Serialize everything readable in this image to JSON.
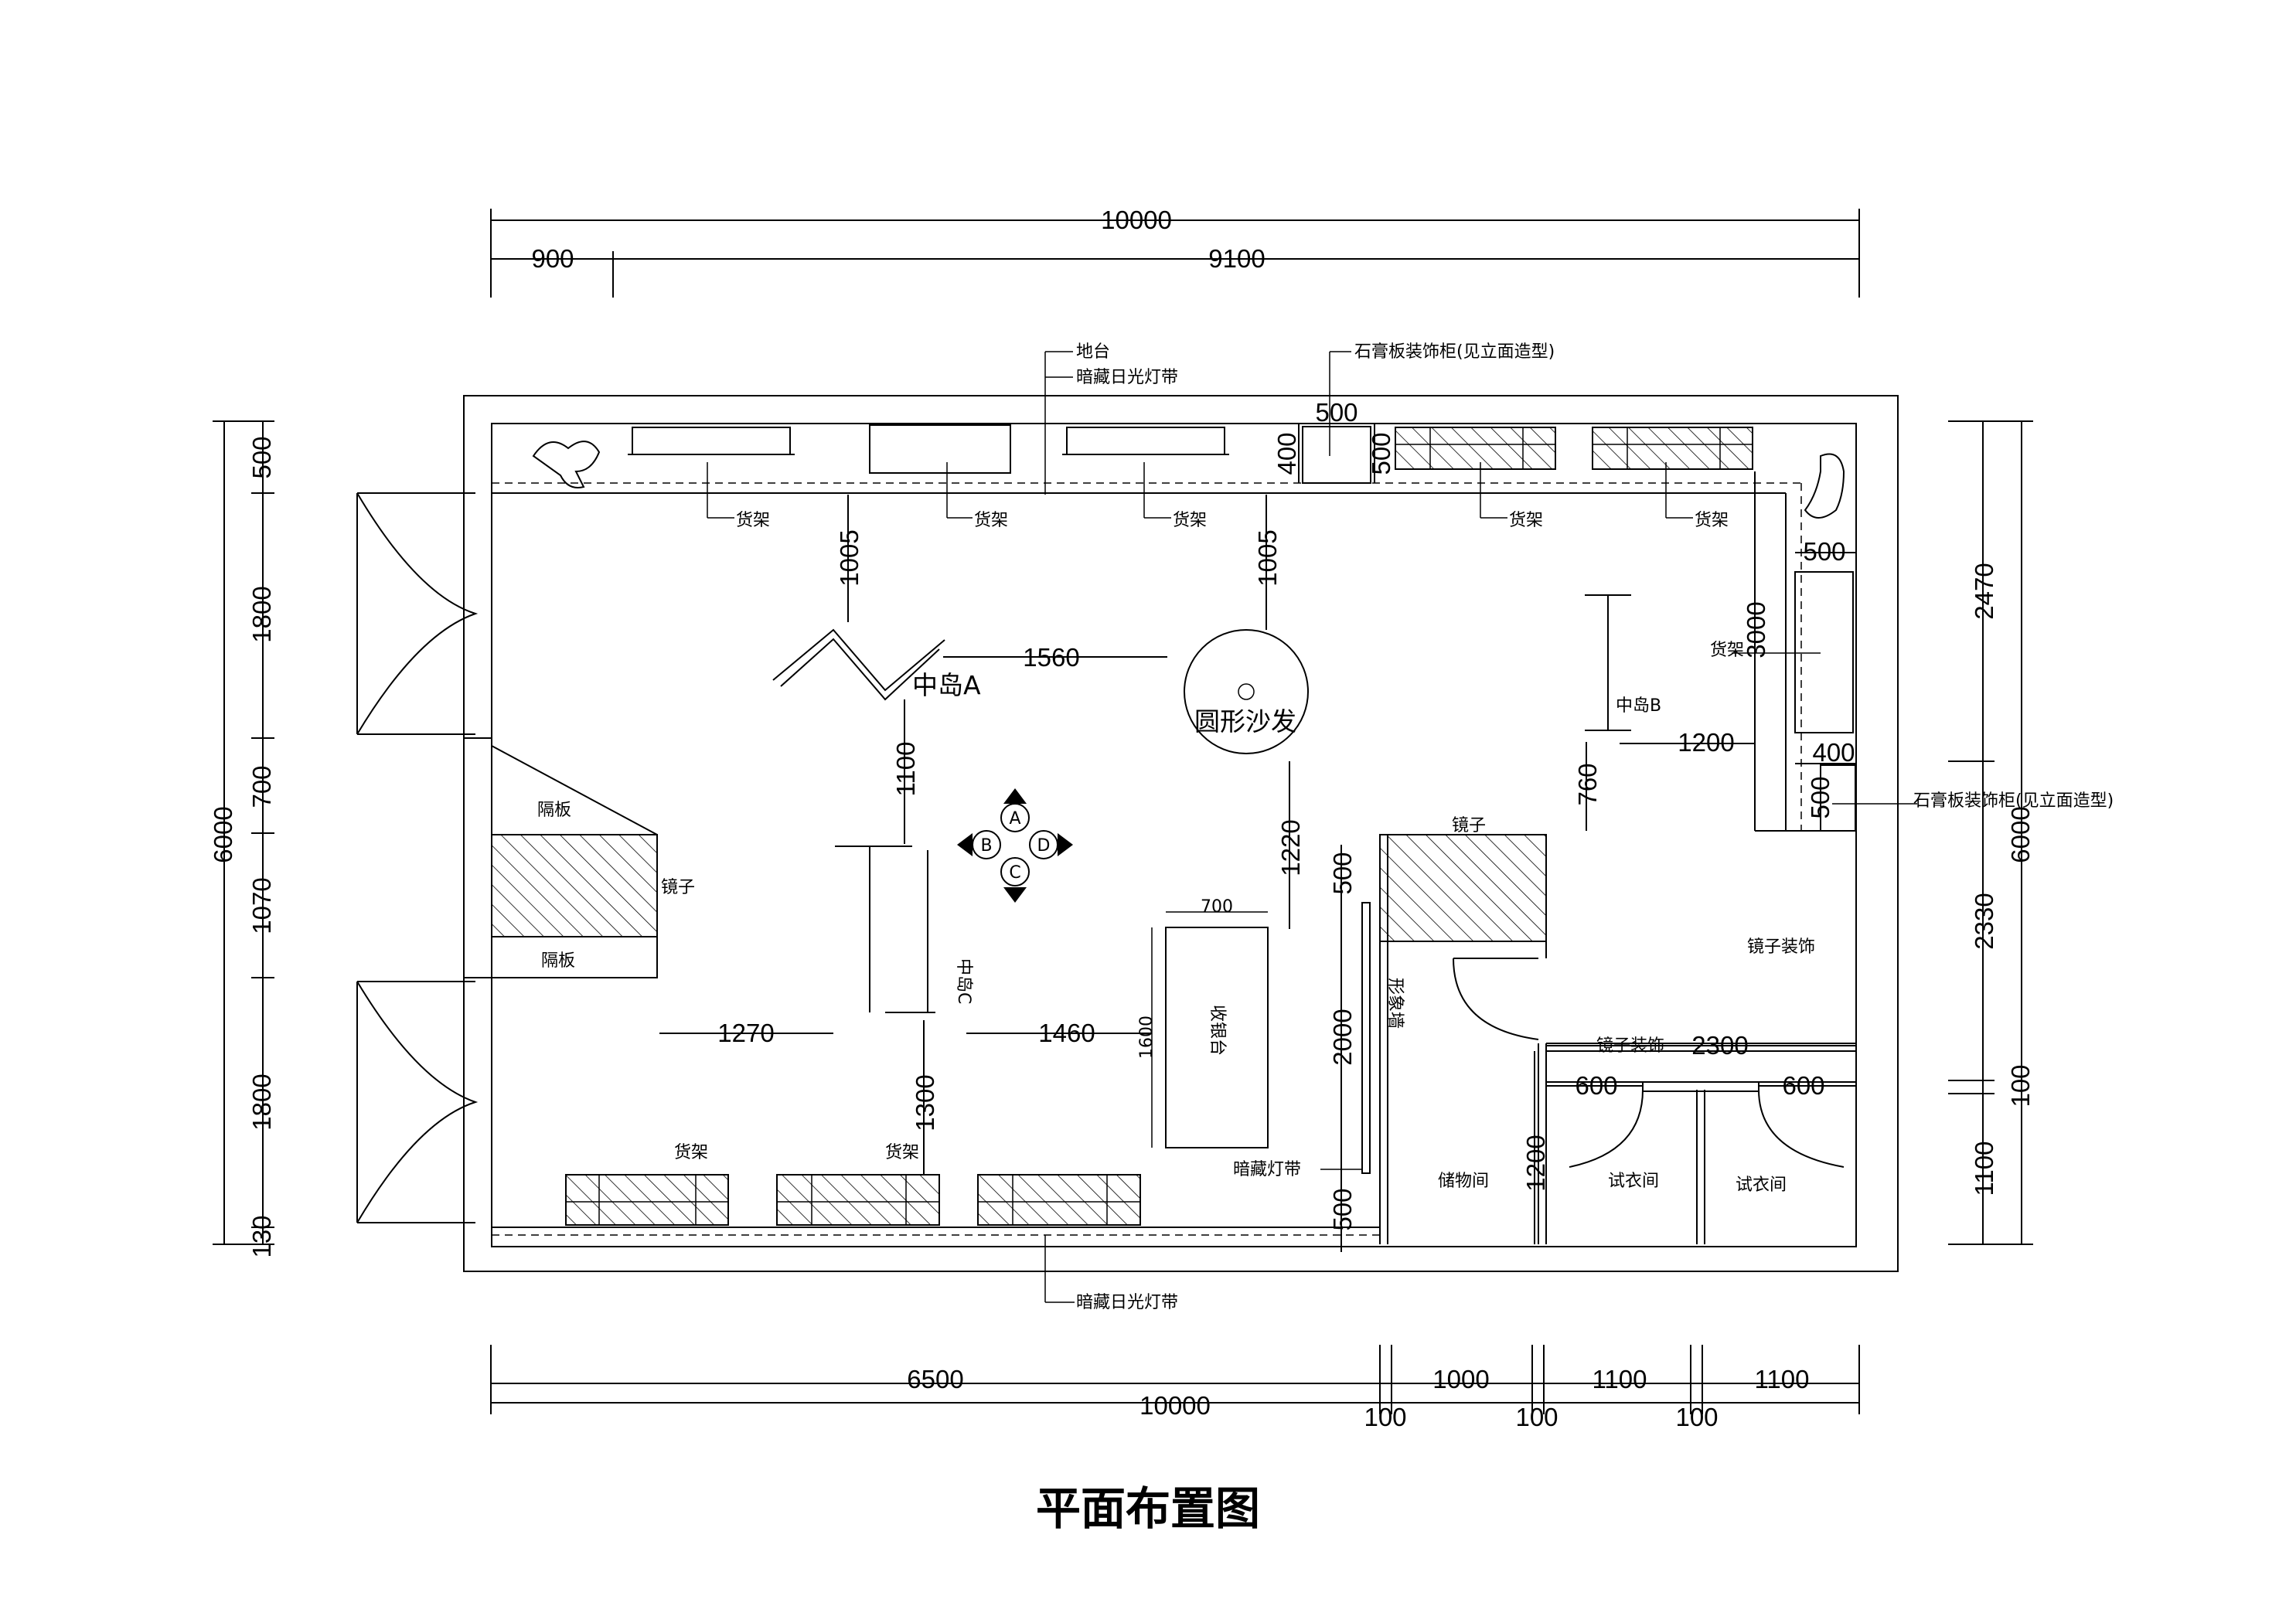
{
  "title": "平面布置图",
  "dims": {
    "top_total": "10000",
    "top_left": "900",
    "top_right": "9100",
    "bottom_total": "10000",
    "bottom_a": "6500",
    "bottom_b": "1000",
    "bottom_c": "1100",
    "bottom_d": "1100",
    "bottom_gap1": "100",
    "bottom_gap2": "100",
    "bottom_gap3": "100",
    "left_total": "6000",
    "left_a": "500",
    "left_b": "1800",
    "left_c": "700",
    "left_d": "1070",
    "left_e": "1800",
    "left_f": "130",
    "right_total": "6000",
    "right_a": "2470",
    "right_b": "2330",
    "right_c": "100",
    "right_d": "1100",
    "top_display_w": "500",
    "top_display_h1": "400",
    "top_display_h2": "500",
    "right_display_w": "500",
    "right_display_h1": "400",
    "right_display_h2": "500",
    "right_shelf_h": "3000",
    "gap_1005a": "1005",
    "gap_1005b": "1005",
    "gap_1560": "1560",
    "gap_1100": "1100",
    "gap_1220": "1220",
    "gap_760": "760",
    "gap_1200": "1200",
    "gap_1270": "1270",
    "gap_1460": "1460",
    "gap_1300": "1300",
    "cashier_w": "700",
    "cashier_h": "1600",
    "mirror_h1": "500",
    "mirror_h2": "2000",
    "bottom_left_500": "500",
    "storage_h": "1200",
    "fitting_w": "2300",
    "fitting_door_a": "600",
    "fitting_door_b": "600"
  },
  "labels": {
    "platform": "地台",
    "light_strip_top": "暗藏日光灯带",
    "display_cabinet_top": "石膏板装饰柜(见立面造型)",
    "display_cabinet_right": "石膏板装饰柜(见立面造型)",
    "shelf_1": "货架",
    "shelf_2": "货架",
    "shelf_3": "货架",
    "shelf_4": "货架",
    "shelf_5": "货架",
    "shelf_right": "货架",
    "shelf_b1": "货架",
    "shelf_b2": "货架",
    "island_a": "中岛A",
    "island_b": "中岛B",
    "island_c": "中岛C",
    "round_sofa": "圆形沙发",
    "partition_top": "隔板",
    "partition_bottom": "隔板",
    "mirror_left": "镜子",
    "mirror_center": "镜子",
    "mirror_deco_right": "镜子装饰",
    "mirror_deco_fitting": "镜子装饰",
    "image_wall": "形象墙",
    "cashier": "收银台",
    "hidden_light": "暗藏灯带",
    "storage": "储物间",
    "fitting_1": "试衣间",
    "fitting_2": "试衣间",
    "light_strip_bottom": "暗藏日光灯带",
    "marker_a": "A",
    "marker_b": "B",
    "marker_c": "C",
    "marker_d": "D"
  }
}
